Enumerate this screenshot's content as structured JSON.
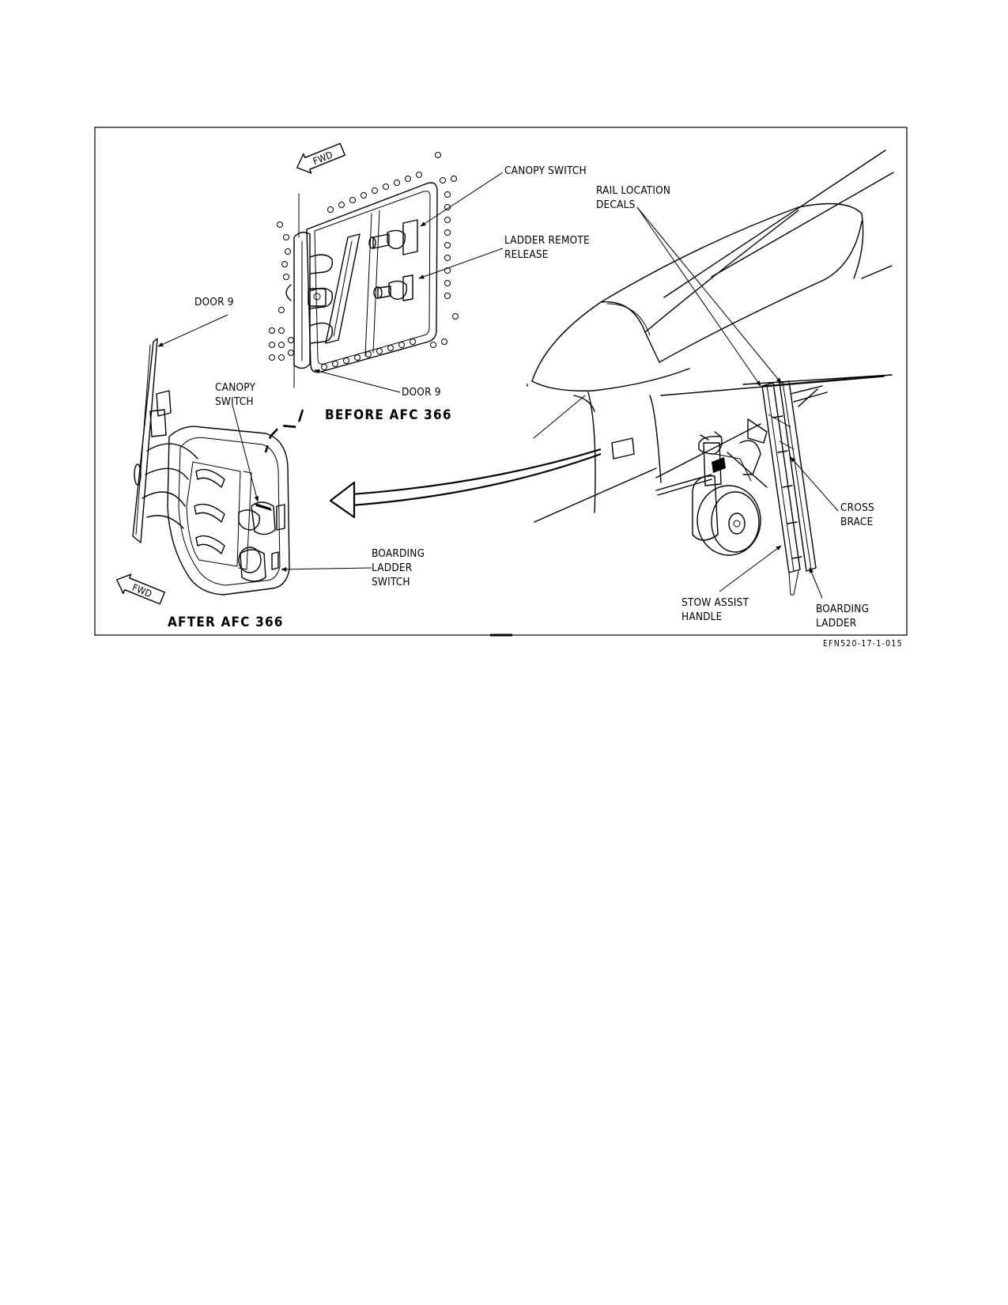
{
  "labels": {
    "canopy_switch_top": "CANOPY SWITCH",
    "rail_location_decals": [
      "RAIL LOCATION",
      "DECALS"
    ],
    "ladder_remote_release": [
      "LADDER REMOTE",
      "RELEASE"
    ],
    "door9_left": "DOOR 9",
    "door9_before": "DOOR 9",
    "canopy_switch_after": [
      "CANOPY",
      "SWITCH"
    ],
    "before_afc": "BEFORE AFC 366",
    "after_afc": "AFTER AFC 366",
    "boarding_ladder_switch": [
      "BOARDING",
      "LADDER",
      "SWITCH"
    ],
    "cross_brace": [
      "CROSS",
      "BRACE"
    ],
    "stow_assist_handle": [
      "STOW ASSIST",
      "HANDLE"
    ],
    "boarding_ladder": [
      "BOARDING",
      "LADDER"
    ],
    "fwd_top": "FWD",
    "fwd_bottom": "FWD"
  },
  "figure_id": "EFN520-17-1-015"
}
